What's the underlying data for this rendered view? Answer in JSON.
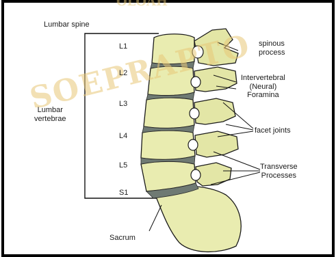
{
  "diagram": {
    "region_label": "Lumbar spine",
    "group_label": "Lumbar\nvertebrae",
    "levels": [
      "L1",
      "L2",
      "L3",
      "L4",
      "L5",
      "S1"
    ],
    "callouts": {
      "spinous": "spinous\nprocess",
      "foramina": "Intervertebral\n(Neural)\nForamina",
      "facet": "facet joints",
      "transverse": "Transverse\nProcesses",
      "sacrum": "Sacrum"
    },
    "watermark": "SOEPRAPTO",
    "watermark_top": "OLOAH"
  },
  "colors": {
    "bone": "#e9ecb0",
    "bone_shadow": "#c9cd86",
    "disc": "#6f7a73",
    "outline": "#1a1a1a",
    "frame": "#000000"
  }
}
